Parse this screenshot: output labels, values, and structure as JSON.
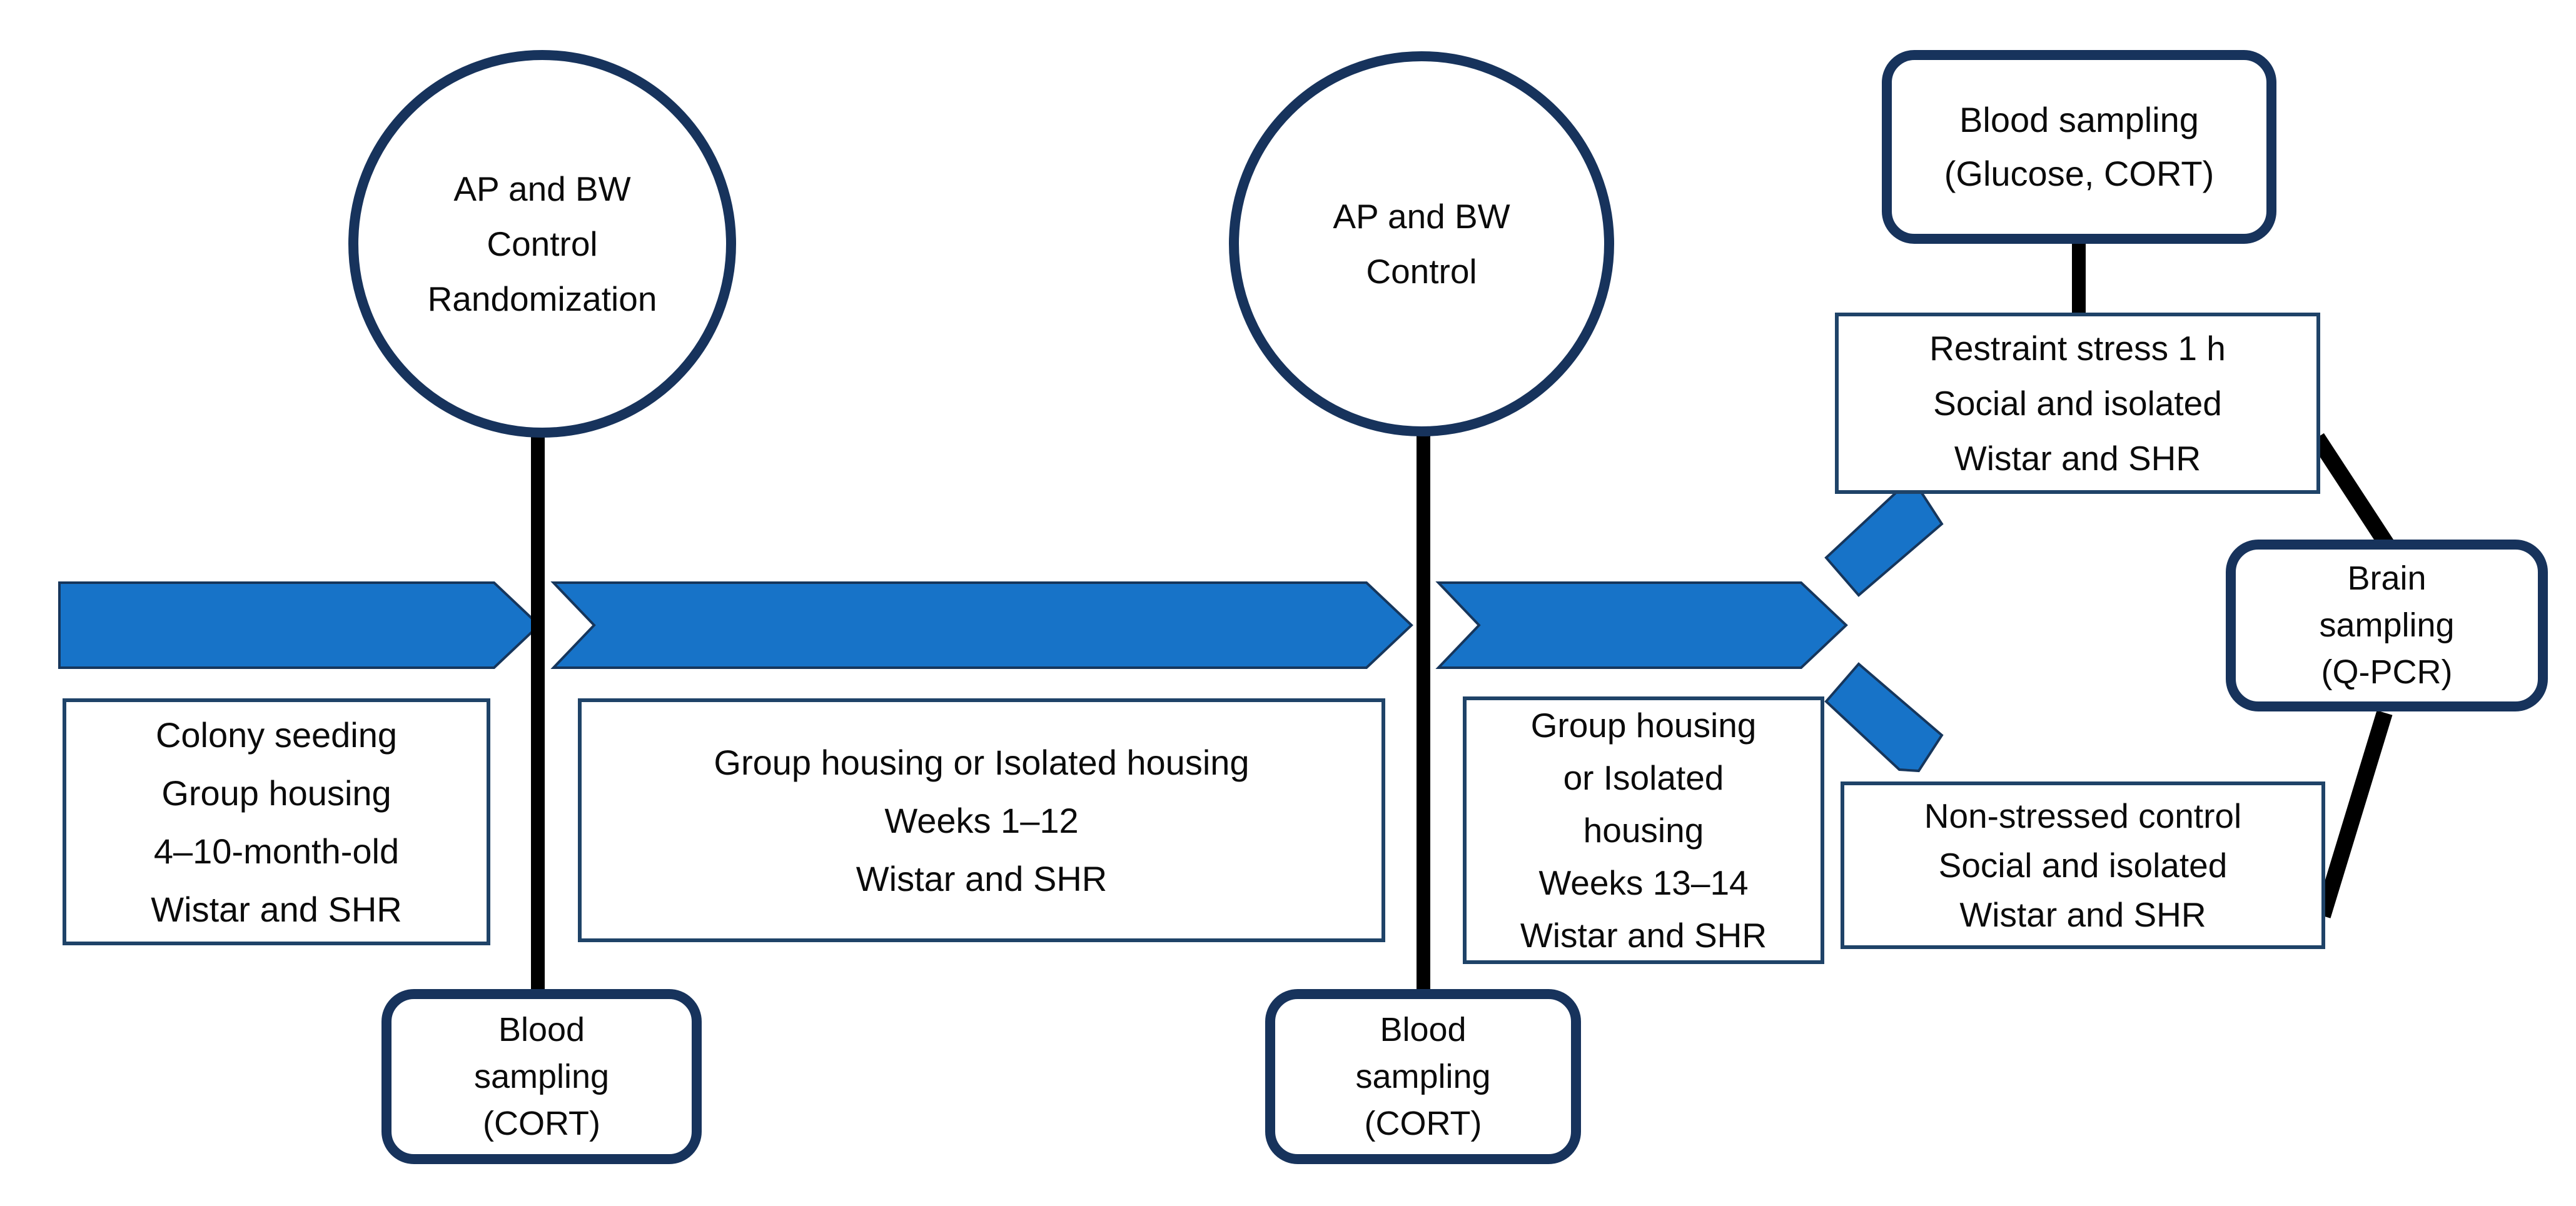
{
  "colors": {
    "arrow_blue": "#1773C8",
    "arrow_edge": "#16365C",
    "navy_border": "#17335C",
    "thin_border": "#1F4368",
    "connector_black": "#000000"
  },
  "circles": [
    {
      "lines": [
        "AP and BW",
        "Control",
        "Randomization"
      ]
    },
    {
      "lines": [
        "AP and BW",
        "Control"
      ]
    }
  ],
  "boxes": {
    "glucose": {
      "lines": [
        "Blood sampling",
        "(Glucose, CORT)"
      ]
    },
    "restraint": {
      "lines": [
        "Restraint stress 1 h",
        "Social and isolated",
        "Wistar and SHR"
      ]
    },
    "brain": {
      "lines": [
        "Brain",
        "sampling",
        "(Q-PCR)"
      ]
    },
    "nonstressed": {
      "lines": [
        "Non-stressed control",
        "Social and isolated",
        "Wistar and SHR"
      ]
    },
    "colony": {
      "lines": [
        "Colony seeding",
        "Group housing",
        "4–10-month-old",
        "Wistar and SHR"
      ]
    },
    "weeks1_12": {
      "lines": [
        "Group housing or Isolated housing",
        "Weeks 1–12",
        "Wistar and SHR"
      ]
    },
    "weeks13_14": {
      "lines": [
        "Group housing",
        "or Isolated",
        "housing",
        "Weeks 13–14",
        "Wistar and SHR"
      ]
    },
    "blood1": {
      "lines": [
        "Blood",
        "sampling",
        "(CORT)"
      ]
    },
    "blood2": {
      "lines": [
        "Blood",
        "sampling",
        "(CORT)"
      ]
    }
  }
}
